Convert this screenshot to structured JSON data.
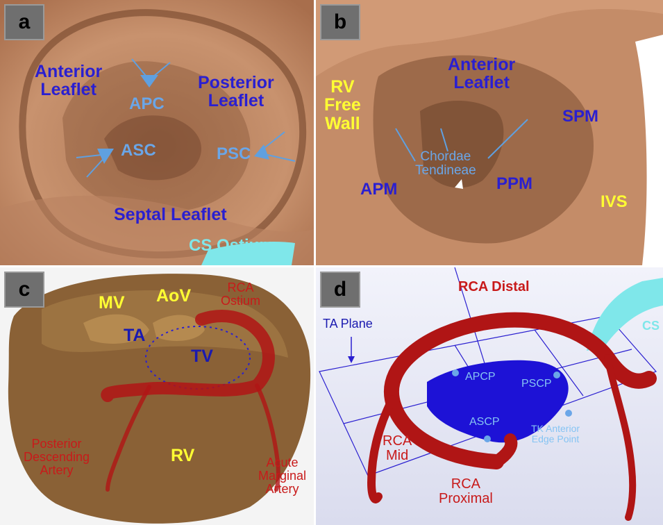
{
  "panels": {
    "a": {
      "tag": "a",
      "labels": {
        "anterior_leaflet": "Anterior\nLeaflet",
        "apc": "APC",
        "posterior_leaflet": "Posterior\nLeaflet",
        "asc": "ASC",
        "psc": "PSC",
        "septal_leaflet": "Septal Leaflet",
        "cs_ostium": "CS Ostium"
      }
    },
    "b": {
      "tag": "b",
      "labels": {
        "anterior_leaflet": "Anterior\nLeaflet",
        "rv_free_wall": "RV\nFree\nWall",
        "spm": "SPM",
        "chordae_tendineae": "Chordae\nTendineae",
        "apm": "APM",
        "ppm": "PPM",
        "ivs": "IVS"
      }
    },
    "c": {
      "tag": "c",
      "labels": {
        "mv": "MV",
        "aov": "AoV",
        "rca_ostium": "RCA\nOstium",
        "ta": "TA",
        "tv": "TV",
        "rv": "RV",
        "posterior_descending_artery": "Posterior\nDescending\nArtery",
        "acute_marginal_artery": "Acute\nMarginal\nArtery"
      }
    },
    "d": {
      "tag": "d",
      "labels": {
        "rca_distal": "RCA Distal",
        "ta_plane": "TA Plane",
        "cs": "CS",
        "apcp": "APCP",
        "pscp": "PSCP",
        "ascp": "ASCP",
        "tk_anterior_edge_point": "TK Anterior\nEdge Point",
        "rca_mid": "RCA\nMid",
        "rca_proximal": "RCA\nProximal"
      }
    }
  },
  "colors": {
    "tissue": "#c48c68",
    "tissue_dark": "#8c5a3c",
    "label_blue": "#2a1fd0",
    "label_yellow": "#ffff33",
    "label_red": "#c81a1a",
    "cs_cyan": "#7fe7ea",
    "rca_red": "#b01515",
    "valve_blue": "#1d12d6"
  }
}
